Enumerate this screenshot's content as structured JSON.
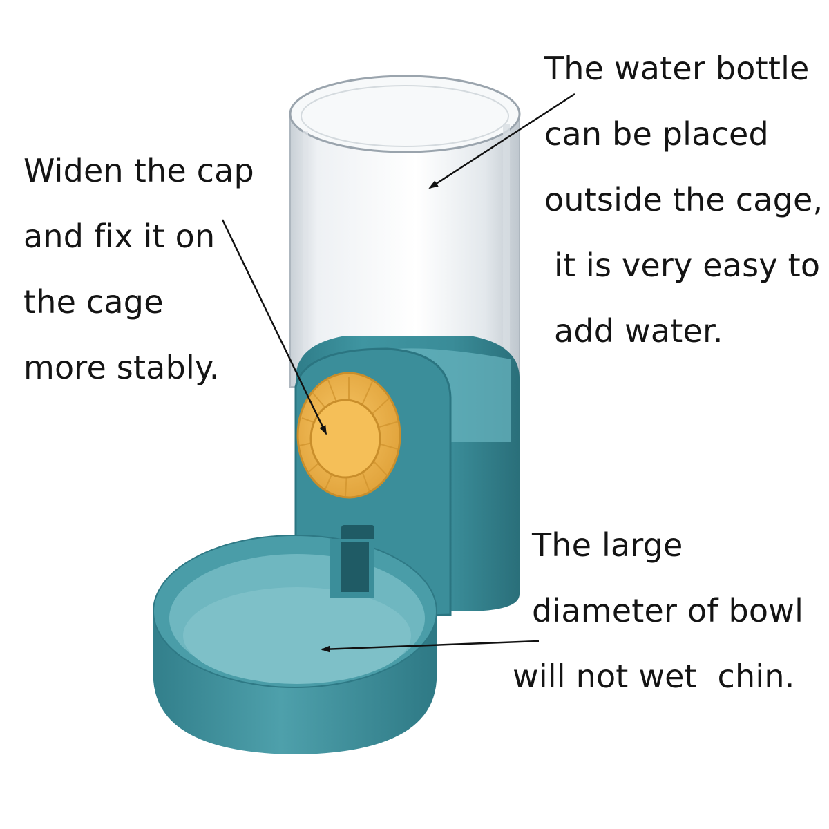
{
  "annotations": {
    "cap": {
      "lines": [
        "Widen the cap",
        "and fix it on",
        "the cage",
        "more stably."
      ]
    },
    "bottle": {
      "lines": [
        "The water bottle",
        "can be placed",
        "outside the cage,",
        "it is very easy to",
        "add water."
      ]
    },
    "bowl": {
      "lines": [
        "The large",
        "diameter of bowl",
        "will not wet  chin."
      ]
    }
  },
  "colors": {
    "body": "#3c8f9c",
    "body_dark": "#2c7480",
    "body_light": "#5aa6b1",
    "knob": "#f2b54a",
    "knob_dark": "#d99a2e",
    "glass": "#eef1f3",
    "arrow": "#111111"
  },
  "icons": {
    "arrow_style": "thin-line-with-arrowhead"
  }
}
